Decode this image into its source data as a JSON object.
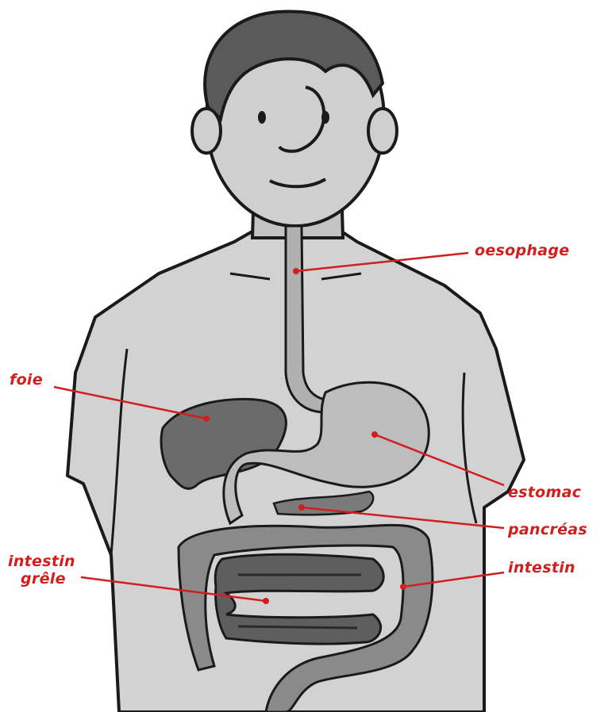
{
  "diagram": {
    "label_color": "#d11f1f",
    "labels": {
      "oesophage": "oesophage",
      "foie": "foie",
      "estomac": "estomac",
      "pancreas": "pancréas",
      "intestin_grele_line1": "intestin",
      "intestin_grele_line2": "grêle",
      "intestin": "intestin"
    }
  }
}
